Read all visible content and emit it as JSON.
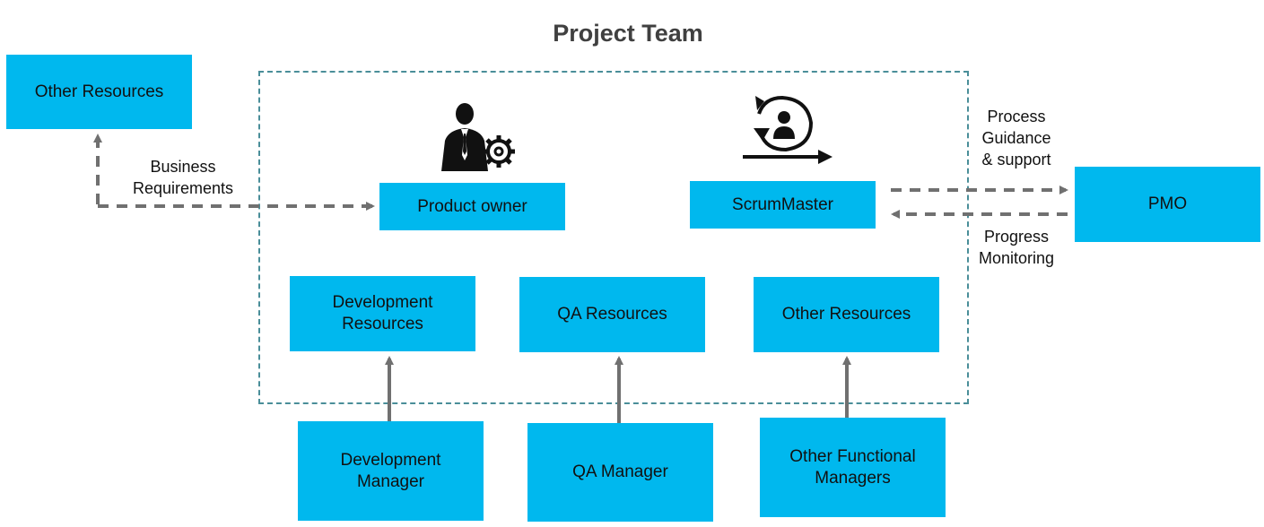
{
  "title": "Project Team",
  "external": {
    "other_resources": "Other Resources",
    "pmo": "PMO"
  },
  "team": {
    "product_owner": "Product owner",
    "scrum_master": "ScrumMaster",
    "development_resources": "Development\nResources",
    "qa_resources": "QA Resources",
    "other_resources": "Other Resources"
  },
  "managers": {
    "development_manager": "Development\nManager",
    "qa_manager": "QA Manager",
    "other_functional_managers": "Other Functional\nManagers"
  },
  "flows": {
    "business_requirements": "Business\nRequirements",
    "process_guidance": "Process\nGuidance\n& support",
    "progress_monitoring": "Progress\nMonitoring"
  },
  "colors": {
    "box_fill": "#00b8ee",
    "frame": "#4a8e99",
    "arrow": "#707070",
    "title": "#404040"
  },
  "icons": {
    "product_owner": "businessman-gear-icon",
    "scrum_master": "scrum-cycle-icon"
  }
}
